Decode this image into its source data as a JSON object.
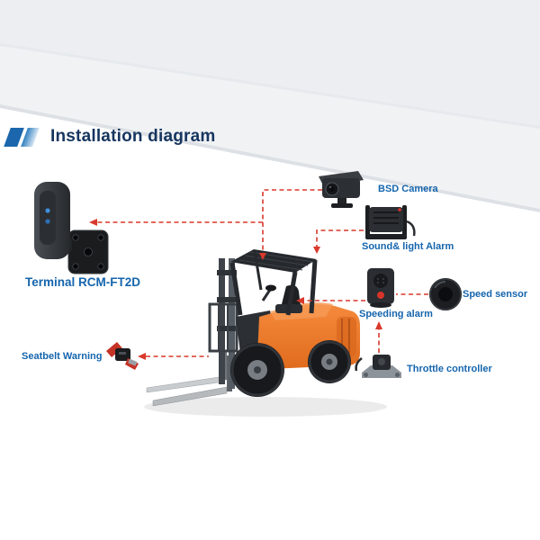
{
  "header": {
    "title": "Installation diagram"
  },
  "components": {
    "terminal": "Terminal RCM-FT2D",
    "bsd_camera": "BSD Camera",
    "sound_light_alarm": "Sound& light Alarm",
    "speed_sensor": "Speed sensor",
    "speeding_alarm": "Speeding alarm",
    "seatbelt_warning": "Seatbelt Warning",
    "throttle_controller": "Throttle controller"
  },
  "illustrations": {
    "accent": "double-chevron-flag-icon",
    "vehicle": "forklift-illustration",
    "devices": [
      "terminal-device-image",
      "bsd-camera-image",
      "sound-light-alarm-image",
      "speed-sensor-image",
      "speeding-alarm-image",
      "seatbelt-warning-image",
      "throttle-controller-image"
    ],
    "connector_style": "red-dashed-arrows"
  },
  "colors": {
    "title_text": "#16355f",
    "label_text": "#1565ad",
    "connector": "#d9392c",
    "accent_blue": "#1b66ad",
    "forklift_orange": "#ee7623"
  }
}
